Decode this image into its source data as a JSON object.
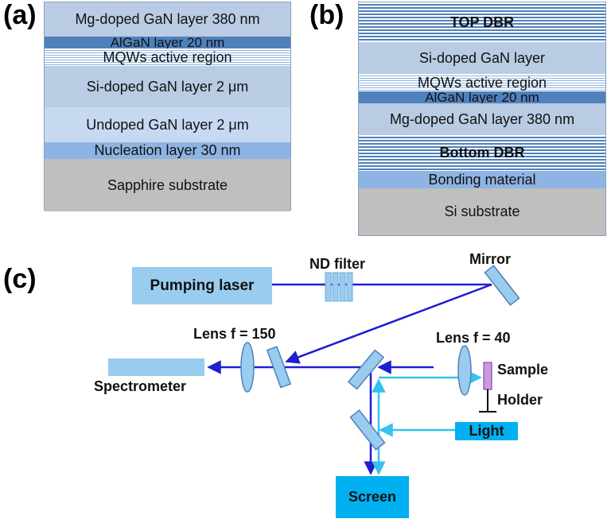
{
  "panel_a": {
    "label": "(a)",
    "layers": {
      "mg": "Mg-doped GaN layer 380 nm",
      "algan": "AlGaN layer 20 nm",
      "mqw": "MQWs active region",
      "si": "Si-doped GaN layer 2 μm",
      "undoped": "Undoped GaN layer 2 μm",
      "nucleation": "Nucleation layer 30 nm",
      "substrate": "Sapphire substrate"
    }
  },
  "panel_b": {
    "label": "(b)",
    "layers": {
      "top_dbr": "TOP DBR",
      "si": "Si-doped GaN layer",
      "mqw": "MQWs active region",
      "algan": "AlGaN layer 20 nm",
      "mg": "Mg-doped GaN layer 380 nm",
      "bottom_dbr": "Bottom DBR",
      "bonding": "Bonding material",
      "substrate": "Si substrate"
    }
  },
  "panel_c": {
    "label": "(c)",
    "pumping_laser": "Pumping laser",
    "nd_filter": "ND filter",
    "mirror": "Mirror",
    "lens_150": "Lens f = 150",
    "lens_40": "Lens f = 40",
    "spectrometer": "Spectrometer",
    "sample": "Sample",
    "holder": "Holder",
    "light": "Light",
    "screen": "Screen"
  },
  "colors": {
    "beam": "#1f1fd0",
    "light_beam": "#33c3ee",
    "component": "#99ccee",
    "light_source": "#00b0f0",
    "sample": "#cc99dd"
  }
}
